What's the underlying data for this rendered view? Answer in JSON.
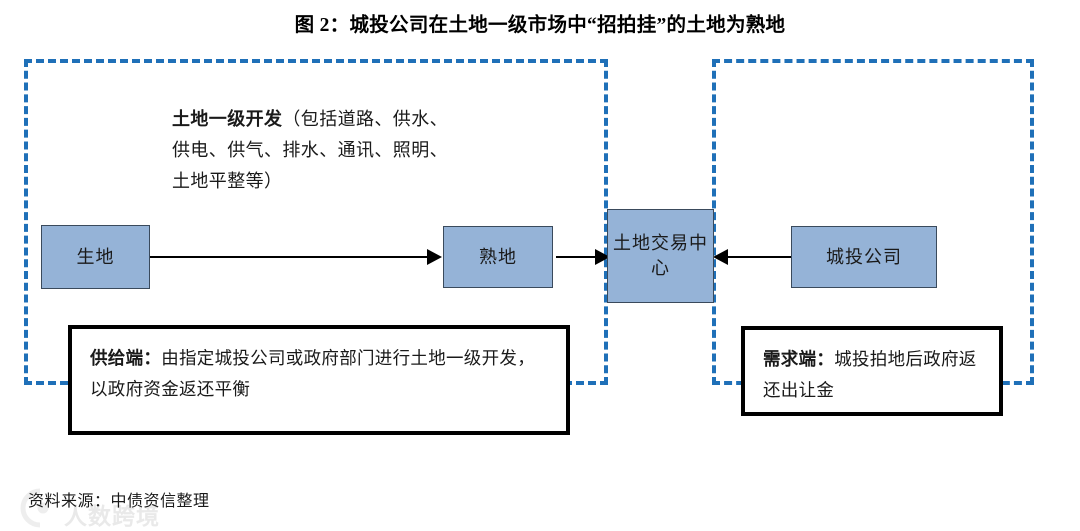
{
  "figure": {
    "title": "图 2：城投公司在土地一级市场中“招拍挂”的土地为熟地",
    "source": "资料来源：中债资信整理"
  },
  "watermark": {
    "logo_icon": "circle-logo-icon",
    "text": "人数跨境"
  },
  "regions": [
    {
      "id": "supply",
      "name": "supply-side-region",
      "border_color": "#1F70B8"
    },
    {
      "id": "demand",
      "name": "demand-side-region",
      "border_color": "#1F70B8"
    }
  ],
  "nodes": {
    "raw_land": "生地",
    "ready_land": "熟地",
    "exchange_center": "土地交易中心",
    "ucic": "城投公司"
  },
  "annotation": {
    "dev_bold": "土地一级开发",
    "dev_rest": "（包括道路、供水、供电、供气、排水、通讯、照明、土地平整等）"
  },
  "callouts": {
    "supply": {
      "label": "供给端：",
      "text": "由指定城投公司或政府部门进行土地一级开发，以政府资金返还平衡"
    },
    "demand": {
      "label": "需求端：",
      "text": "城投拍地后政府返还出让金"
    }
  },
  "colors": {
    "box_fill": "#95B3D7",
    "box_border": "#3A4A5C",
    "region_dash": "#1F70B8",
    "callout_border": "#000000",
    "arrow": "#000000"
  }
}
